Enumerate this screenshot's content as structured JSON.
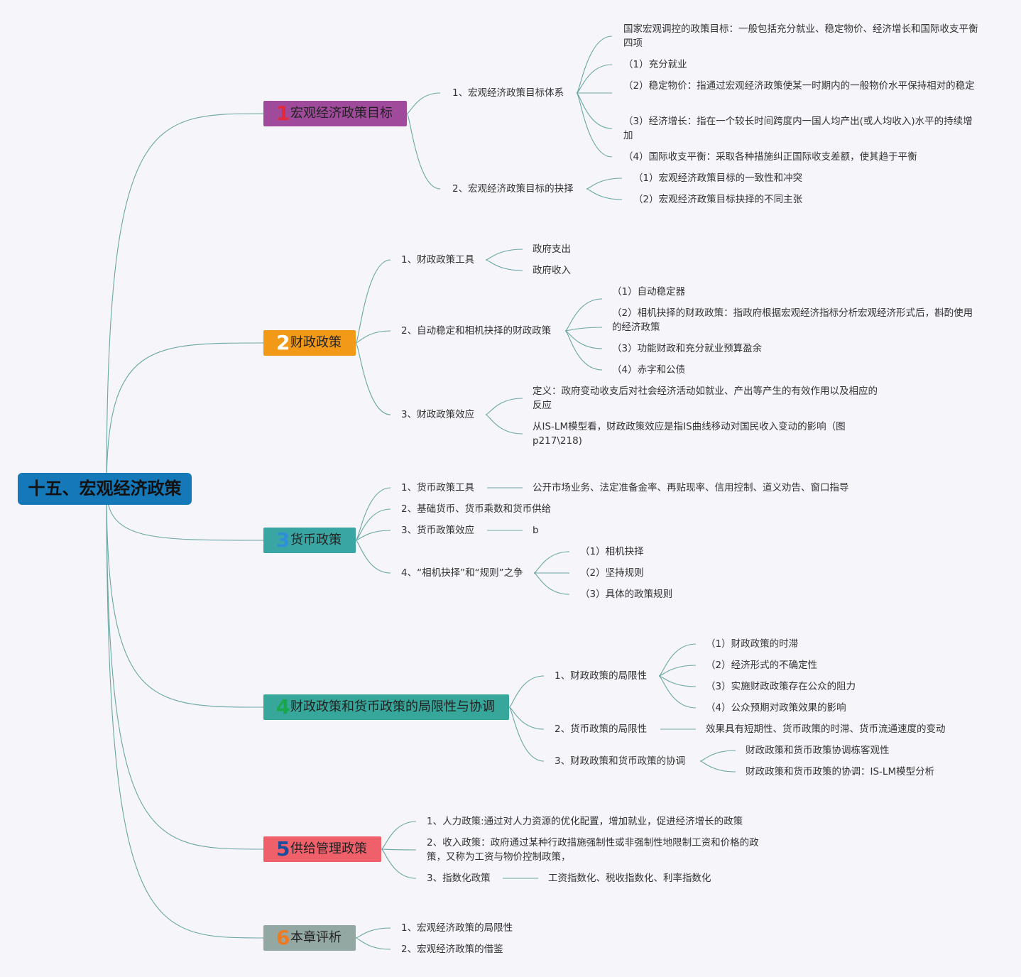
{
  "root": {
    "title": "十五、宏观经济政策"
  },
  "colors": {
    "root": "#1578b8",
    "line": "#6aa7a0",
    "t1": "#a04a9c",
    "t1num": "#e5283a",
    "t2": "#f29a18",
    "t2num": "#ffffff",
    "t3": "#3aa6a4",
    "t3num": "#2e8ed8",
    "t4": "#37a79b",
    "t4num": "#1aa64b",
    "t5": "#f0606a",
    "t5num": "#1a4e9c",
    "t6": "#93a8a2",
    "t6num": "#f07a22"
  },
  "topics": [
    {
      "num": "1",
      "label": "宏观经济政策目标"
    },
    {
      "num": "2",
      "label": "财政政策"
    },
    {
      "num": "3",
      "label": "货币政策"
    },
    {
      "num": "4",
      "label": "财政政策和货币政策的局限性与协调"
    },
    {
      "num": "5",
      "label": "供给管理政策"
    },
    {
      "num": "6",
      "label": "本章评析"
    }
  ],
  "t1": {
    "s1": "1、宏观经济政策目标体系",
    "s1c": [
      "国家宏观调控的政策目标：一般包括充分就业、稳定物价、经济增长和国际收支平衡四项",
      "（1）充分就业",
      "（2）稳定物价：指通过宏观经济政策使某一时期内的一般物价水平保持相对的稳定",
      "（3）经济增长：指在一个较长时间跨度内一国人均产出(或人均收入)水平的持续增加",
      "（4）国际收支平衡：采取各种措施纠正国际收支差额，使其趋于平衡"
    ],
    "s2": "2、宏观经济政策目标的抉择",
    "s2c": [
      "（1）宏观经济政策目标的一致性和冲突",
      "（2）宏观经济政策目标抉择的不同主张"
    ]
  },
  "t2": {
    "s1": "1、财政政策工具",
    "s1c": [
      "政府支出",
      "政府收入"
    ],
    "s2": "2、自动稳定和相机抉择的财政政策",
    "s2c": [
      "（1）自动稳定器",
      "（2）相机抉择的财政政策：指政府根据宏观经济指标分析宏观经济形式后，斟酌使用的经济政策",
      "（3）功能财政和充分就业预算盈余",
      "（4）赤字和公债"
    ],
    "s3": "3、财政政策效应",
    "s3c": [
      "定义：政府变动收支后对社会经济活动如就业、产出等产生的有效作用以及相应的反应",
      "从IS-LM模型看，财政政策效应是指IS曲线移动对国民收入变动的影响（图p217\\218)"
    ]
  },
  "t3": {
    "s1": "1、货币政策工具",
    "s1c": "公开市场业务、法定准备金率、再贴现率、信用控制、道义劝告、窗口指导",
    "s2": "2、基础货币、货币乘数和货币供给",
    "s3": "3、货币政策效应",
    "s3c": "b",
    "s4": "4、“相机抉择”和“规则”之争",
    "s4c": [
      "（1）相机抉择",
      "（2）坚持规则",
      "（3）具体的政策规则"
    ]
  },
  "t4": {
    "s1": "1、财政政策的局限性",
    "s1c": [
      "（1）财政政策的时滞",
      "（2）经济形式的不确定性",
      "（3）实施财政政策存在公众的阻力",
      "（4）公众预期对政策效果的影响"
    ],
    "s2": "2、货币政策的局限性",
    "s2c": "效果具有短期性、货币政策的时滞、货币流通速度的变动",
    "s3": "3、财政政策和货币政策的协调",
    "s3c": [
      "财政政策和货币政策协调栋客观性",
      "财政政策和货币政策的协调：IS-LM模型分析"
    ]
  },
  "t5": {
    "s1": "1、人力政策:通过对人力资源的优化配置，增加就业，促进经济增长的政策",
    "s2": "2、收入政策：政府通过某种行政措施强制性或非强制性地限制工资和价格的政策，又称为工资与物价控制政策，",
    "s3": "3、指数化政策",
    "s3c": "工资指数化、税收指数化、利率指数化"
  },
  "t6": {
    "s1": "1、宏观经济政策的局限性",
    "s2": "2、宏观经济政策的借鉴"
  }
}
